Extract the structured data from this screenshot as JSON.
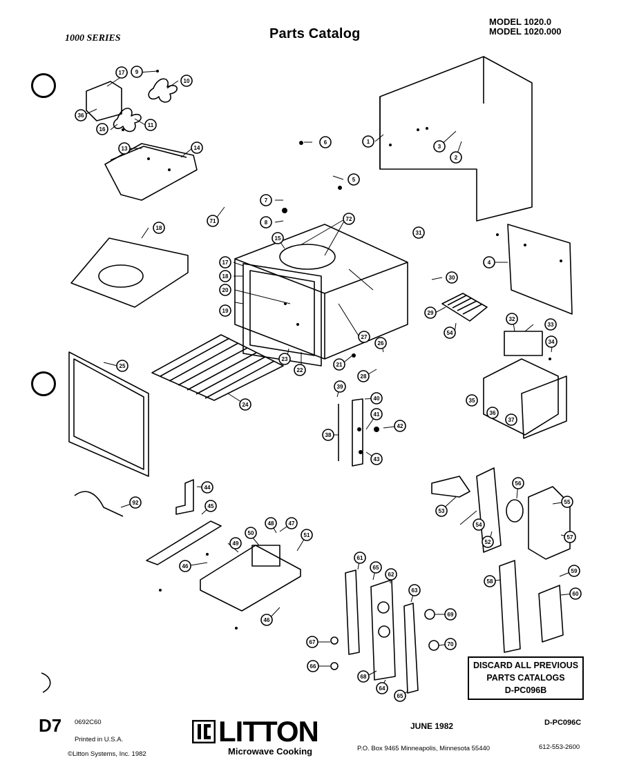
{
  "header": {
    "series": "1000 SERIES",
    "title": "Parts Catalog",
    "model_1": "MODEL 1020.0",
    "model_2": "MODEL 1020.000"
  },
  "callouts": [
    "17",
    "9",
    "10",
    "36",
    "16",
    "11",
    "13",
    "14",
    "6",
    "1",
    "3",
    "2",
    "5",
    "7",
    "8",
    "71",
    "72",
    "18",
    "15",
    "17",
    "18",
    "20",
    "19",
    "31",
    "30",
    "4",
    "26",
    "27",
    "29",
    "54",
    "32",
    "33",
    "34",
    "21",
    "23",
    "22",
    "25",
    "24",
    "28",
    "35",
    "36",
    "37",
    "39",
    "40",
    "41",
    "42",
    "38",
    "43",
    "44",
    "45",
    "92",
    "47",
    "48",
    "51",
    "50",
    "49",
    "46",
    "46",
    "53",
    "56",
    "55",
    "54",
    "57",
    "52",
    "61",
    "65",
    "62",
    "63",
    "58",
    "59",
    "60",
    "67",
    "66",
    "68",
    "64",
    "65",
    "69",
    "70"
  ],
  "notice": {
    "line1": "DISCARD ALL PREVIOUS",
    "line2": "PARTS CATALOGS",
    "line3": "D-PC096B"
  },
  "footer": {
    "page": "D7",
    "code": "0692C60",
    "printed": "Printed in U.S.A.",
    "copyright": "©Litton Systems, Inc. 1982",
    "brand": "LITTON",
    "brand_sub": "Microwave Cooking",
    "date": "JUNE 1982",
    "doc_id": "D-PC096C",
    "address": "P.O. Box 9465 Minneapolis, Minnesota 55440",
    "phone": "612-553-2600"
  }
}
